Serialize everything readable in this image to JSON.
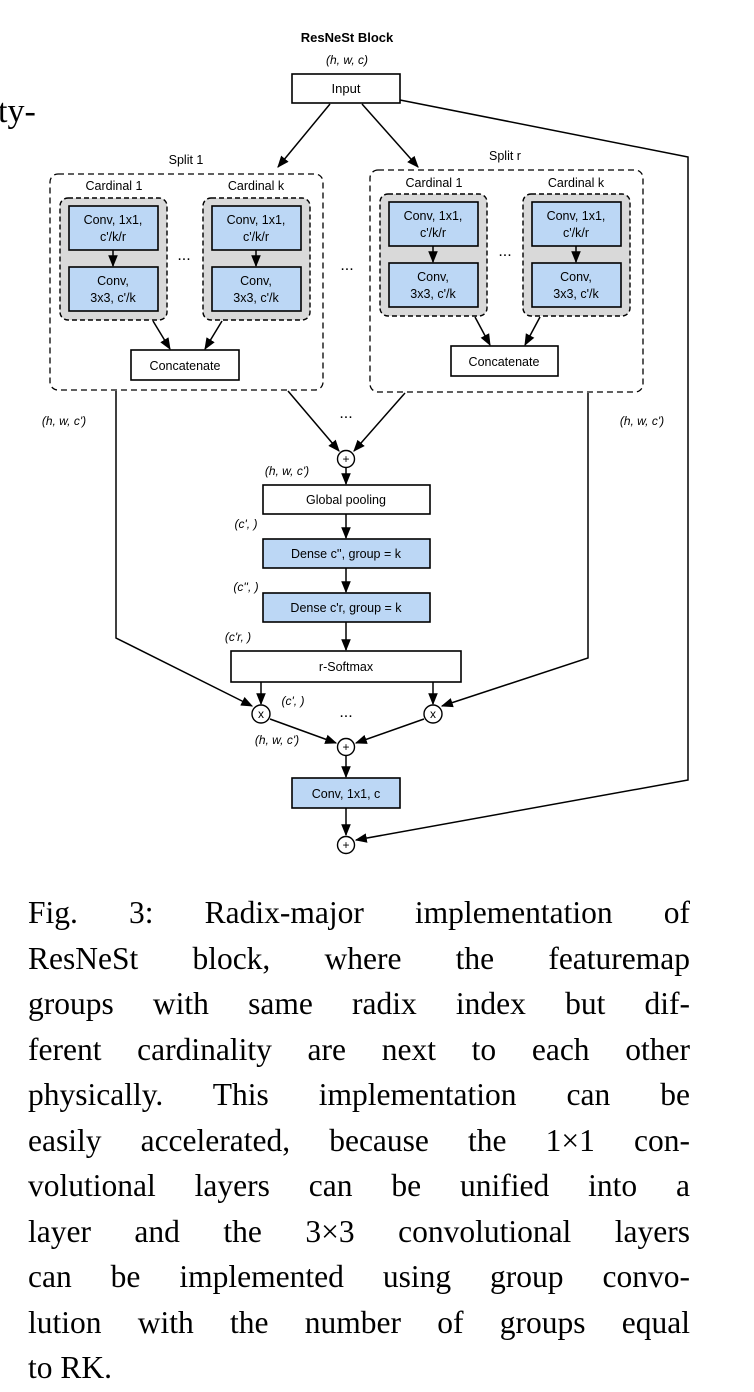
{
  "diagram": {
    "fragment_left": "ty-",
    "title": "ResNeSt Block",
    "input_dims": "(h, w, c)",
    "input_label": "Input",
    "split_1_label": "Split 1",
    "split_r_label": "Split r",
    "cardinal_1": "Cardinal 1",
    "cardinal_k": "Cardinal  k",
    "conv1x1_line1": "Conv, 1x1,",
    "conv1x1_line2": "c'/k/r",
    "conv3x3_line1": "Conv,",
    "conv3x3_line2": "3x3, c'/k",
    "ellipsis": "...",
    "concatenate": "Concatenate",
    "split_out_dims": "(h, w, c')",
    "sum_symbol": "+",
    "mult_symbol": "x",
    "sum_out_dims": "(h, w, c')",
    "global_pooling": "Global pooling",
    "pool_out_dims": "(c', )",
    "dense1": "Dense c'', group = k",
    "dense1_out_dims": "(c'', )",
    "dense2": "Dense c'r, group = k",
    "dense2_out_dims": "(c'r, )",
    "softmax": "r-Softmax",
    "softmax_out_dims": "(c', )",
    "attn_out_dims": "(h, w, c')",
    "final_conv": "Conv, 1x1, c"
  },
  "caption": {
    "lines": [
      "Fig. 3: Radix-major implementation of",
      "ResNeSt block, where the featuremap",
      "groups with same radix index but dif-",
      "ferent cardinality are next to each other",
      "physically. This implementation can be",
      "easily accelerated, because the 1×1 con-",
      "volutional layers can be unified into a",
      "layer and the 3×3 convolutional layers",
      "can be implemented using group convo-",
      "lution with the number of groups equal",
      "to RK."
    ]
  }
}
